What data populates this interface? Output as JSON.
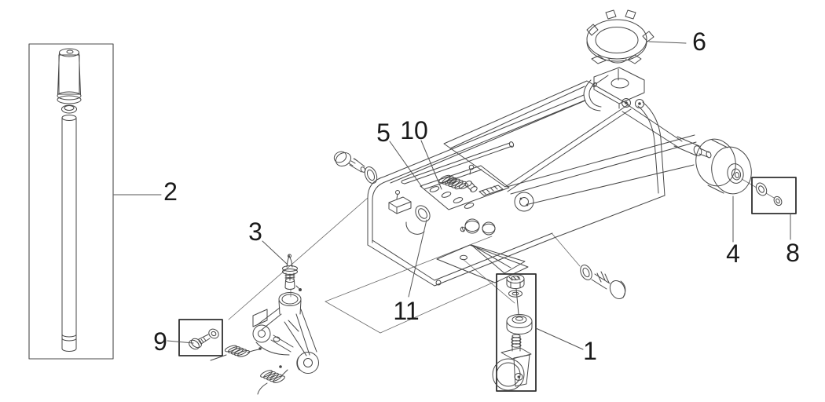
{
  "diagram": {
    "colors": {
      "background": "#ffffff",
      "line": "#474747",
      "label": "#1a1a1a"
    },
    "callouts": {
      "c1": {
        "label": "1"
      },
      "c2": {
        "label": "2"
      },
      "c3": {
        "label": "3"
      },
      "c4": {
        "label": "4"
      },
      "c5": {
        "label": "5"
      },
      "c6": {
        "label": "6"
      },
      "c8": {
        "label": "8"
      },
      "c9": {
        "label": "9"
      },
      "c10": {
        "label": "10"
      },
      "c11": {
        "label": "11"
      }
    }
  }
}
